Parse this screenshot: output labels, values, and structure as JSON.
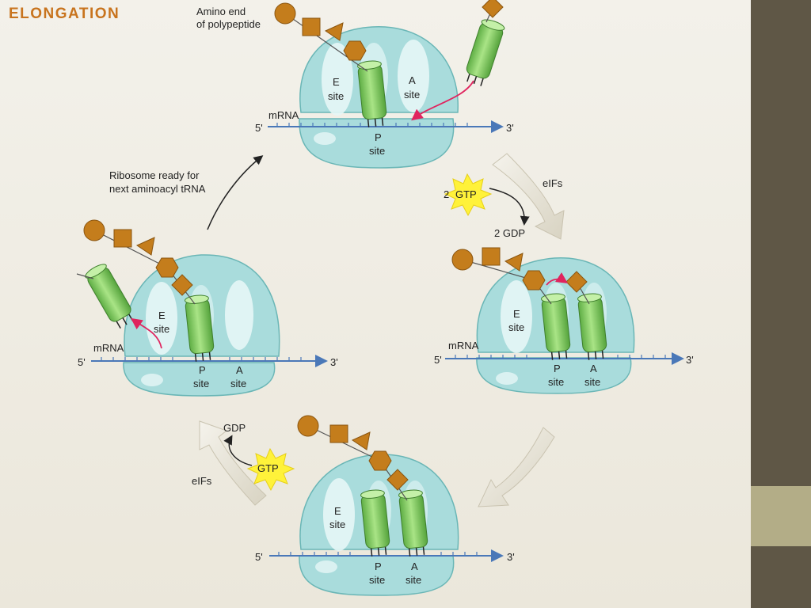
{
  "title": "ELONGATION",
  "colors": {
    "ribosome": "#a9dcdc",
    "trna": "#8fd46a",
    "amino_acid": "#c47d1c",
    "gtp": "#fff23a",
    "sidebar": "#5f5746",
    "sidebar_accent": "#b3ad87",
    "title": "#c8741e",
    "mrna": "#4a78b8",
    "red_arrow": "#e0245e"
  },
  "labels": {
    "amino_end_1": "Amino end",
    "amino_end_2": "of polypeptide",
    "ready_1": "Ribosome ready for",
    "ready_2": "next aminoacyl tRNA",
    "eifs": "eIFs",
    "two": "2",
    "gtp": "GTP",
    "two_gdp": "2 GDP",
    "gdp": "GDP",
    "mrna": "mRNA",
    "five_prime": "5'",
    "three_prime": "3'",
    "e": "E",
    "p": "P",
    "a": "A",
    "site": "site"
  }
}
